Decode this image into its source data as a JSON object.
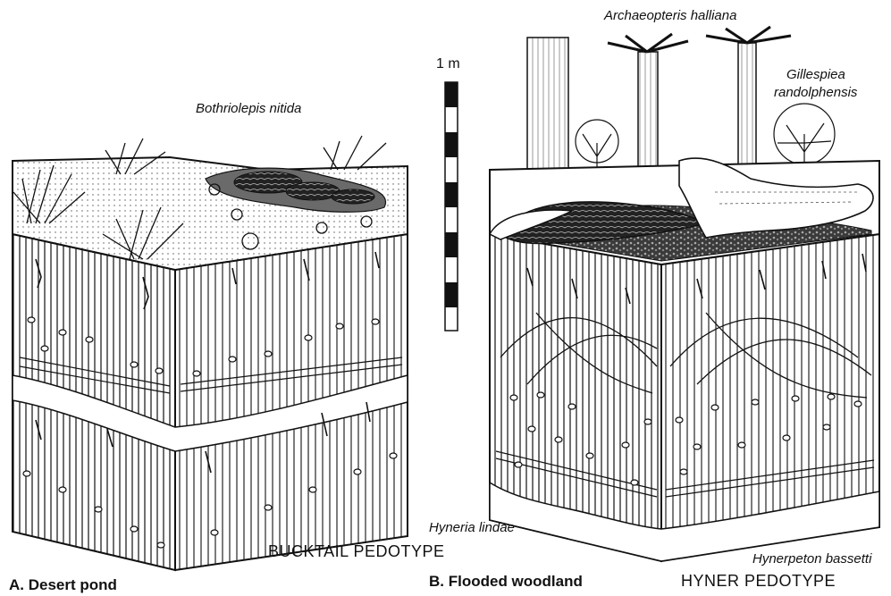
{
  "scale": {
    "label": "1 m"
  },
  "panel_a": {
    "caption": "A. Desert pond",
    "pedotype": "BUCKTAIL PEDOTYPE",
    "species": {
      "fish": "Bothriolepis nitida"
    }
  },
  "panel_b": {
    "caption": "B. Flooded woodland",
    "pedotype": "HYNER PEDOTYPE",
    "species": {
      "tree": "Archaeopteris halliana",
      "shrub_line1": "Gillespiea",
      "shrub_line2": "randolphensis",
      "fish": "Hyneria lindae",
      "tetrapod": "Hynerpeton bassetti"
    }
  },
  "colors": {
    "ink": "#111111",
    "paper": "#ffffff",
    "shade": "#444444"
  }
}
